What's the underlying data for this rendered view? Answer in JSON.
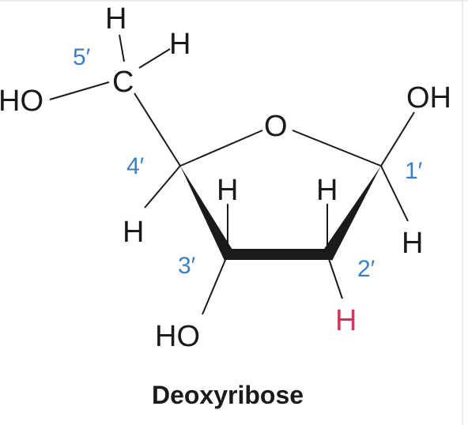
{
  "title": "Deoxyribose",
  "colors": {
    "atom": "#1a1a1a",
    "locant": "#3a7fc1",
    "highlight": "#d6335a"
  },
  "atoms": {
    "c5_h_top": "H",
    "c5_h_right": "H",
    "c5_carbon": "C",
    "c5_ho": "HO",
    "ring_oxygen": "O",
    "c1_oh": "OH",
    "c1_h": "H",
    "c4_h": "H",
    "c3_h": "H",
    "c2_h_up": "H",
    "c3_ho": "HO",
    "c2_h_down": "H"
  },
  "locants": {
    "c5": "5′",
    "c4": "4′",
    "c1": "1′",
    "c3": "3′",
    "c2": "2′"
  }
}
